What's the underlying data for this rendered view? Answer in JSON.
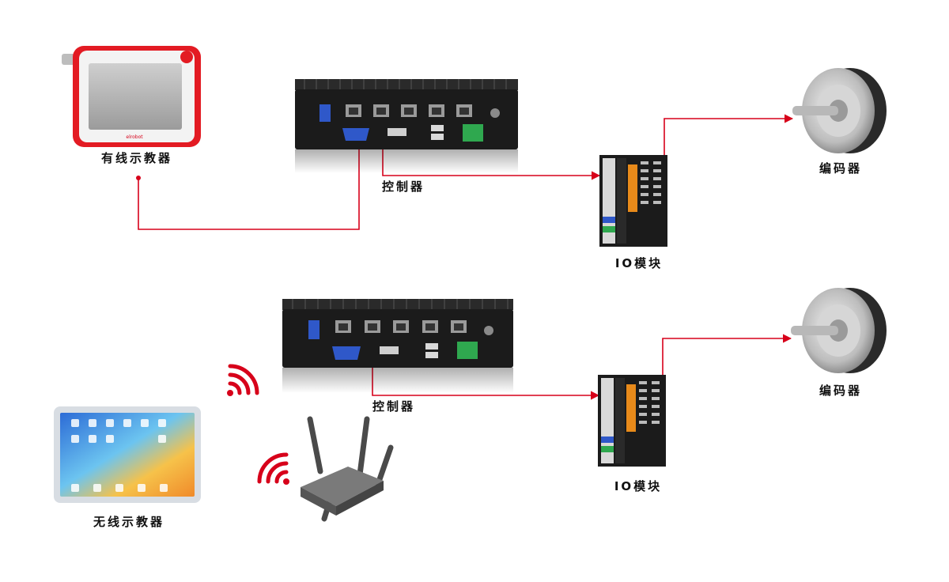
{
  "labels": {
    "wired_pendant": "有线示教器",
    "wireless_pendant": "无线示教器",
    "controller_top": "控制器",
    "controller_bottom": "控制器",
    "io_top": "IO模块",
    "io_bottom": "IO模块",
    "encoder_top": "编码器",
    "encoder_bottom": "编码器"
  },
  "pendant_brand": "elrobot",
  "controller_ports": [
    "USB",
    "LAN1",
    "LAN2",
    "LAN3",
    "LAN4",
    "LAN5",
    "VGA",
    "HDMI",
    "USB",
    "DC"
  ],
  "colors": {
    "connection_line": "#d7001a",
    "pendant_frame": "#e31b23",
    "device_body": "#1b1b1b",
    "io_accent": "#e88a1a",
    "terminal_green": "#2fa84f"
  },
  "icons": [
    "wifi-signal-icon",
    "wifi-signal-icon",
    "router-icon"
  ]
}
